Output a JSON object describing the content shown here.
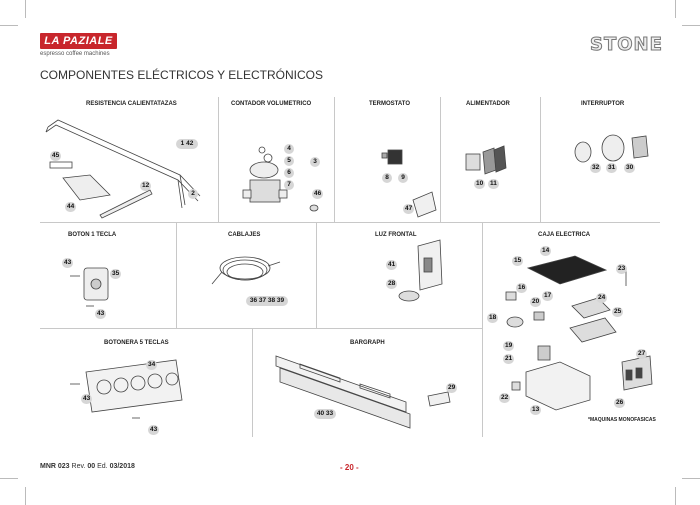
{
  "header": {
    "logo_text": "LA PAZIALE",
    "tagline": "espresso coffee machines",
    "brand": "STONE",
    "title": "COMPONENTES ELÉCTRICOS Y ELECTRÓNICOS"
  },
  "sections": {
    "resistencia": "RESISTENCIA CALIENTATAZAS",
    "contador": "CONTADOR VOLUMETRICO",
    "termostato": "TERMOSTATO",
    "alimentador": "ALIMENTADOR",
    "interruptor": "INTERRUPTOR",
    "boton": "BOTON 1 TECLA",
    "cablajes": "CABLAJES",
    "luz": "LUZ FRONTAL",
    "caja": "CAJA ELECTRICA",
    "botonera": "BOTONERA 5 TECLAS",
    "bargraph": "BARGRAPH"
  },
  "labels": {
    "l1_42": "1 42",
    "l2": "2",
    "l45": "45",
    "l44": "44",
    "l12": "12",
    "l4": "4",
    "l5": "5",
    "l6": "6",
    "l7": "7",
    "l3": "3",
    "l46": "46",
    "l8": "8",
    "l9": "9",
    "l47": "47",
    "l10": "10",
    "l11": "11",
    "l32": "32",
    "l31": "31",
    "l30": "30",
    "l43a": "43",
    "l35": "35",
    "l43b": "43",
    "l36_39": "36 37 38 39",
    "l41": "41",
    "l28": "28",
    "l14": "14",
    "l15": "15",
    "l23": "23",
    "l16": "16",
    "l17": "17",
    "l20": "20",
    "l24": "24",
    "l18": "18",
    "l25": "25",
    "l19": "19",
    "l21": "21",
    "l27": "27",
    "l22": "22",
    "l13": "13",
    "l26": "26",
    "l34": "34",
    "l43c": "43",
    "l43d": "43",
    "l29": "29",
    "l40_33": "40 33"
  },
  "footer": {
    "doc_code": "MNR 023",
    "rev_label": "Rev.",
    "rev": "00",
    "ed_label": "Ed.",
    "date": "03/2018",
    "page": "- 20 -",
    "note": "*MAQUINAS MONOFASICAS"
  }
}
